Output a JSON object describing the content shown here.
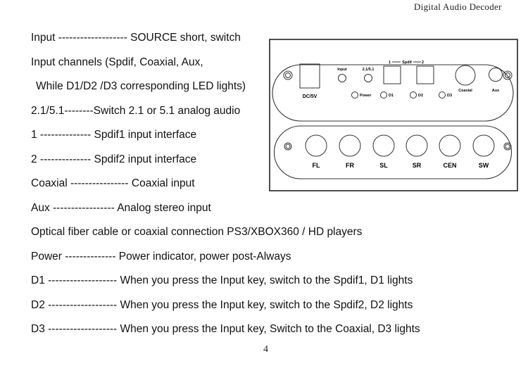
{
  "header": {
    "title": "Digital Audio Decoder"
  },
  "lines": [
    "Input ------------------- SOURCE short, switch",
    "Input channels (Spdif, Coaxial, Aux,",
    "While D1/D2 /D3 corresponding LED lights)",
    "2.1/5.1--------Switch 2.1 or 5.1 analog audio",
    "1 -------------- Spdif1 input interface",
    "2 -------------- Spdif2 input interface",
    "Coaxial ---------------- Coaxial input",
    "Aux ----------------- Analog stereo input",
    "Optical fiber cable or coaxial connection PS3/XBOX360 / HD players",
    "Power -------------- Power indicator, power post-Always",
    "D1 ------------------- When you press the Input key, switch to the Spdif1, D1 lights",
    "D2 ------------------- When you press the Input key, switch to the Spdif2, D2 lights",
    "D3 ------------------- When you press the Input key, Switch to the Coaxial, D3 lights"
  ],
  "front_panel": {
    "dc_label": "DC/5V",
    "input_label": "Input",
    "mode_label": "2.1/5.1",
    "spdif_label": "Spdif",
    "spdif1_label": "1",
    "spdif2_label": "2",
    "coaxial_label": "Coaxial",
    "aux_label": "Aux",
    "power_label": "Power",
    "d1_label": "D1",
    "d2_label": "D2",
    "d3_label": "D3"
  },
  "rear_panel": {
    "outputs": [
      "FL",
      "FR",
      "SL",
      "SR",
      "CEN",
      "SW"
    ]
  },
  "footer": {
    "page_number": "4"
  }
}
